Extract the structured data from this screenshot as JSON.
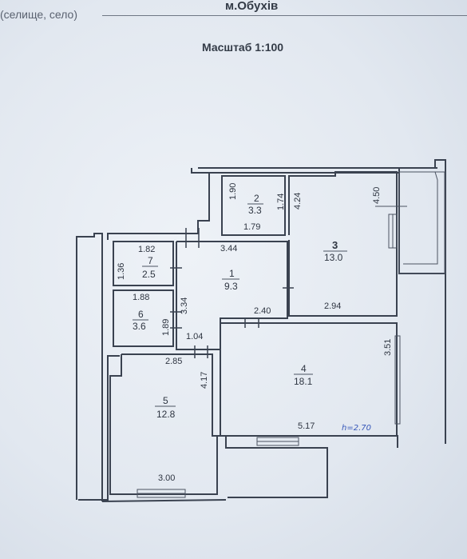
{
  "header": {
    "settlement_label": "(селище, село)",
    "city": "м.Обухів",
    "scale": "Масштаб 1:100"
  },
  "rooms": [
    {
      "number": "1",
      "area": "9.3"
    },
    {
      "number": "2",
      "area": "3.3"
    },
    {
      "number": "3",
      "area": "13.0"
    },
    {
      "number": "4",
      "area": "18.1"
    },
    {
      "number": "5",
      "area": "12.8"
    },
    {
      "number": "6",
      "area": "3.6"
    },
    {
      "number": "7",
      "area": "2.5"
    }
  ],
  "dimensions": {
    "r2_h": "1.90",
    "r2_right": "1.74",
    "r2_bottom": "1.79",
    "r3_left": "4.24",
    "r3_right": "4.50",
    "r3_bottom": "2.94",
    "r1_top": "3.44",
    "r1_left": "3.34",
    "r1_bottom": "2.40",
    "r1_door": "1.04",
    "r7_top": "1.82",
    "r7_left": "1.36",
    "r6_top": "1.88",
    "r6_left": "1.89",
    "r5_top": "2.85",
    "r5_right": "4.17",
    "r5_bottom": "3.00",
    "r4_right": "3.51",
    "r4_bottom": "5.17"
  },
  "handwritten_note": "h=2.70"
}
